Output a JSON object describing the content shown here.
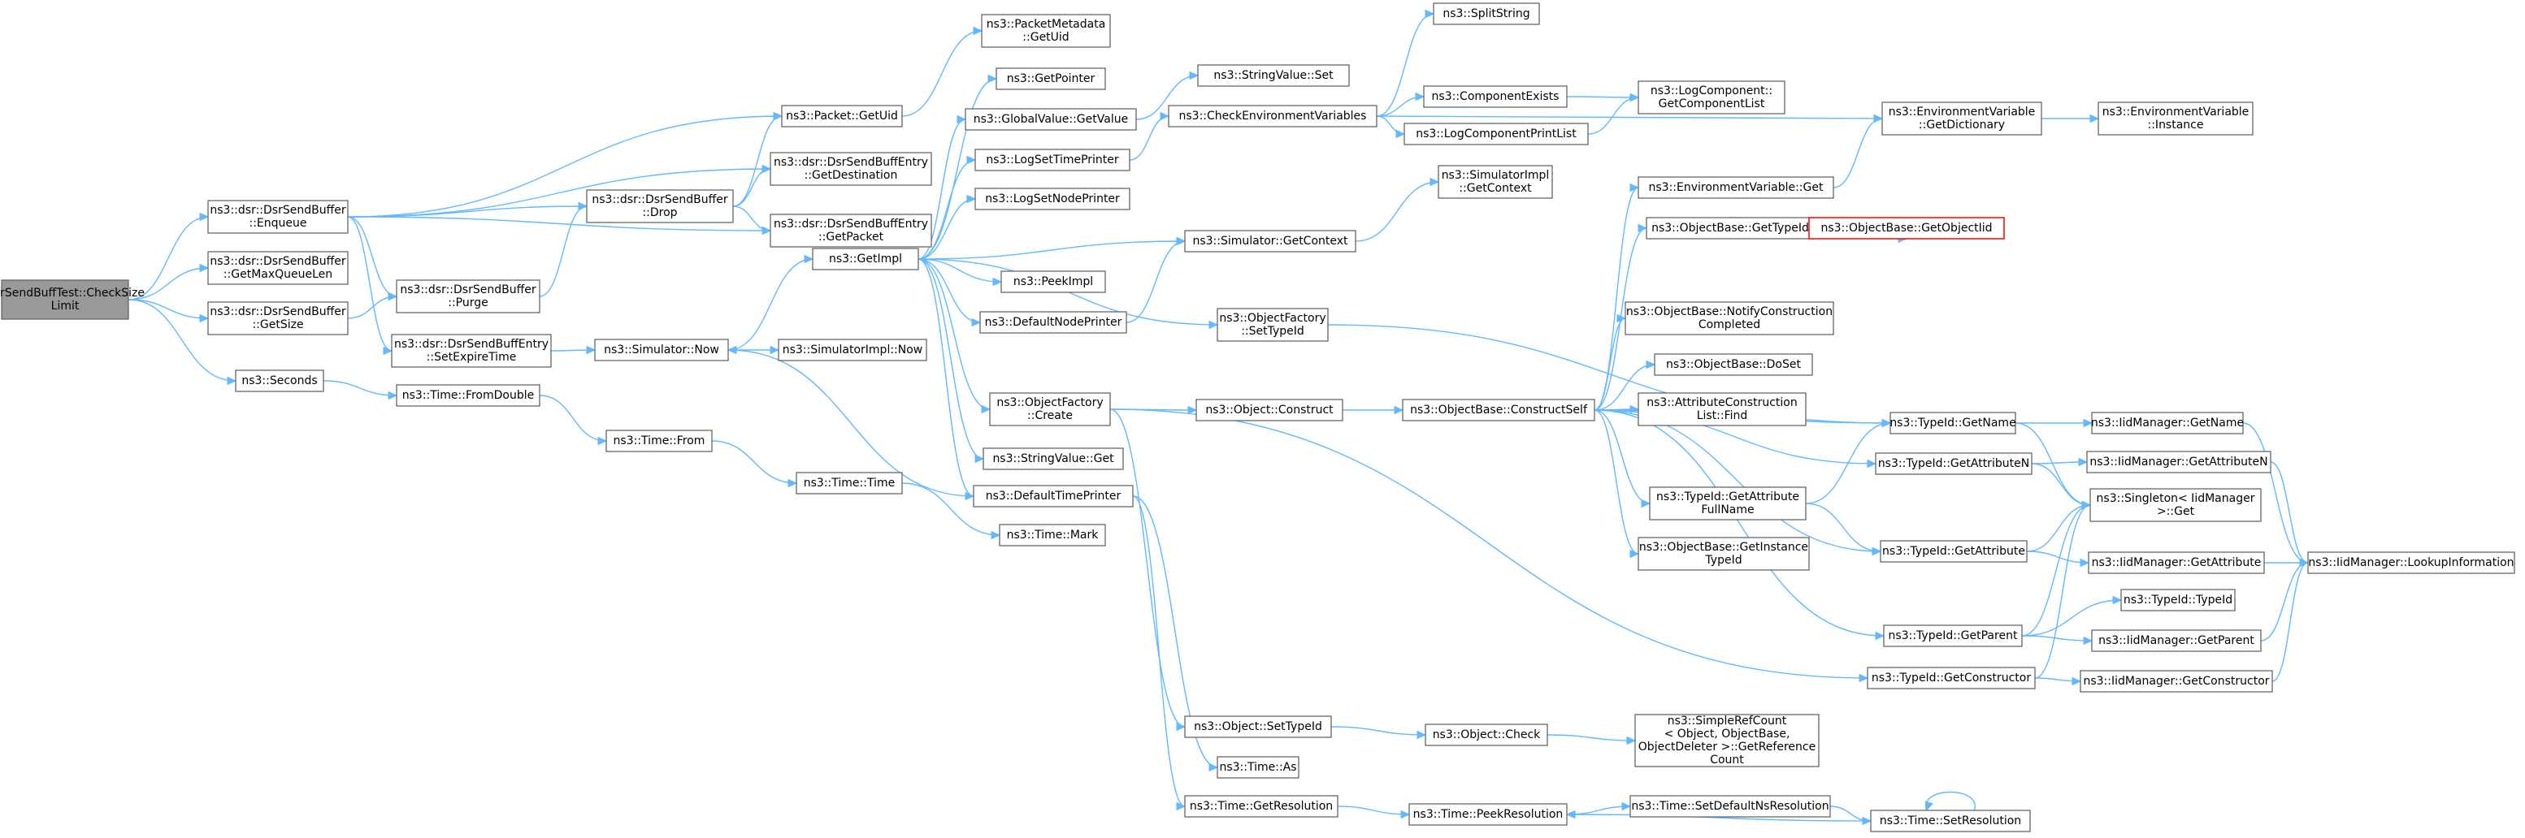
{
  "diagram": {
    "nodes": [
      {
        "id": "n0",
        "lines": [
          "DsrSendBuffTest::CheckSize",
          "Limit"
        ],
        "style": "root"
      },
      {
        "id": "n1",
        "lines": [
          "ns3::dsr::DsrSendBuffer",
          "::Enqueue"
        ]
      },
      {
        "id": "n2",
        "lines": [
          "ns3::dsr::DsrSendBuffer",
          "::GetMaxQueueLen"
        ]
      },
      {
        "id": "n3",
        "lines": [
          "ns3::dsr::DsrSendBuffer",
          "::GetSize"
        ]
      },
      {
        "id": "n4",
        "lines": [
          "ns3::Seconds"
        ]
      },
      {
        "id": "n5",
        "lines": [
          "ns3::Packet::GetUid"
        ]
      },
      {
        "id": "n6",
        "lines": [
          "ns3::dsr::DsrSendBuffer",
          "::Drop"
        ]
      },
      {
        "id": "n7",
        "lines": [
          "ns3::dsr::DsrSendBuffer",
          "::Purge"
        ]
      },
      {
        "id": "n8",
        "lines": [
          "ns3::dsr::DsrSendBuffEntry",
          "::SetExpireTime"
        ]
      },
      {
        "id": "n9",
        "lines": [
          "ns3::dsr::DsrSendBuffEntry",
          "::GetDestination"
        ]
      },
      {
        "id": "n10",
        "lines": [
          "ns3::dsr::DsrSendBuffEntry",
          "::GetPacket"
        ]
      },
      {
        "id": "n11",
        "lines": [
          "ns3::PacketMetadata",
          "::GetUid"
        ]
      },
      {
        "id": "n12",
        "lines": [
          "ns3::Time::FromDouble"
        ]
      },
      {
        "id": "n13",
        "lines": [
          "ns3::Time::From"
        ]
      },
      {
        "id": "n14",
        "lines": [
          "ns3::Time::Time"
        ]
      },
      {
        "id": "n15",
        "lines": [
          "ns3::Time::Mark"
        ]
      },
      {
        "id": "n16",
        "lines": [
          "ns3::Simulator::Now"
        ]
      },
      {
        "id": "n17",
        "lines": [
          "ns3::SimulatorImpl::Now"
        ]
      },
      {
        "id": "n18",
        "lines": [
          "ns3::GetImpl"
        ]
      },
      {
        "id": "n19",
        "lines": [
          "ns3::GetPointer"
        ]
      },
      {
        "id": "n20",
        "lines": [
          "ns3::GlobalValue::GetValue"
        ]
      },
      {
        "id": "n21",
        "lines": [
          "ns3::LogSetTimePrinter"
        ]
      },
      {
        "id": "n22",
        "lines": [
          "ns3::LogSetNodePrinter"
        ]
      },
      {
        "id": "n23",
        "lines": [
          "ns3::PeekImpl"
        ]
      },
      {
        "id": "n24",
        "lines": [
          "ns3::DefaultNodePrinter"
        ]
      },
      {
        "id": "n25",
        "lines": [
          "ns3::ObjectFactory",
          "::Create"
        ]
      },
      {
        "id": "n26",
        "lines": [
          "ns3::StringValue::Get"
        ]
      },
      {
        "id": "n27",
        "lines": [
          "ns3::DefaultTimePrinter"
        ]
      },
      {
        "id": "n28",
        "lines": [
          "ns3::StringValue::Set"
        ]
      },
      {
        "id": "n29",
        "lines": [
          "ns3::CheckEnvironmentVariables"
        ]
      },
      {
        "id": "n30",
        "lines": [
          "ns3::Simulator::GetContext"
        ]
      },
      {
        "id": "n31",
        "lines": [
          "ns3::ObjectFactory",
          "::SetTypeId"
        ]
      },
      {
        "id": "n32",
        "lines": [
          "ns3::Object::Construct"
        ]
      },
      {
        "id": "n33",
        "lines": [
          "ns3::Object::SetTypeId"
        ]
      },
      {
        "id": "n34",
        "lines": [
          "ns3::Time::As"
        ]
      },
      {
        "id": "n35",
        "lines": [
          "ns3::Time::GetResolution"
        ]
      },
      {
        "id": "n36",
        "lines": [
          "ns3::SplitString"
        ]
      },
      {
        "id": "n37",
        "lines": [
          "ns3::ComponentExists"
        ]
      },
      {
        "id": "n38",
        "lines": [
          "ns3::LogComponentPrintList"
        ]
      },
      {
        "id": "n39",
        "lines": [
          "ns3::SimulatorImpl",
          "::GetContext"
        ]
      },
      {
        "id": "n40",
        "lines": [
          "ns3::ObjectBase::ConstructSelf"
        ]
      },
      {
        "id": "n41",
        "lines": [
          "ns3::Object::Check"
        ]
      },
      {
        "id": "n42",
        "lines": [
          "ns3::Time::PeekResolution"
        ]
      },
      {
        "id": "n43",
        "lines": [
          "ns3::LogComponent::",
          "GetComponentList"
        ]
      },
      {
        "id": "n44",
        "lines": [
          "ns3::EnvironmentVariable::Get"
        ]
      },
      {
        "id": "n45",
        "lines": [
          "ns3::ObjectBase::GetTypeId"
        ]
      },
      {
        "id": "n46",
        "lines": [
          "ns3::ObjectBase::NotifyConstruction",
          "Completed"
        ]
      },
      {
        "id": "n47",
        "lines": [
          "ns3::ObjectBase::DoSet"
        ]
      },
      {
        "id": "n48",
        "lines": [
          "ns3::AttributeConstruction",
          "List::Find"
        ]
      },
      {
        "id": "n49",
        "lines": [
          "ns3::TypeId::GetAttribute",
          "FullName"
        ]
      },
      {
        "id": "n50",
        "lines": [
          "ns3::ObjectBase::GetInstance",
          "TypeId"
        ]
      },
      {
        "id": "n51",
        "lines": [
          "ns3::SimpleRefCount",
          "< Object, ObjectBase,",
          "ObjectDeleter >::GetReference",
          "Count"
        ]
      },
      {
        "id": "n52",
        "lines": [
          "ns3::Time::SetDefaultNsResolution"
        ]
      },
      {
        "id": "n53",
        "lines": [
          "ns3::EnvironmentVariable",
          "::GetDictionary"
        ]
      },
      {
        "id": "n54",
        "lines": [
          "ns3::ObjectBase::GetObjectIid"
        ],
        "style": "red"
      },
      {
        "id": "n55",
        "lines": [
          "ns3::TypeId::GetName"
        ]
      },
      {
        "id": "n56",
        "lines": [
          "ns3::TypeId::GetAttributeN"
        ]
      },
      {
        "id": "n57",
        "lines": [
          "ns3::TypeId::GetAttribute"
        ]
      },
      {
        "id": "n58",
        "lines": [
          "ns3::TypeId::GetParent"
        ]
      },
      {
        "id": "n59",
        "lines": [
          "ns3::TypeId::GetConstructor"
        ]
      },
      {
        "id": "n60",
        "lines": [
          "ns3::Time::SetResolution"
        ]
      },
      {
        "id": "n61",
        "lines": [
          "ns3::EnvironmentVariable",
          "::Instance"
        ]
      },
      {
        "id": "n62",
        "lines": [
          "ns3::IidManager::GetName"
        ]
      },
      {
        "id": "n63",
        "lines": [
          "ns3::IidManager::GetAttributeN"
        ]
      },
      {
        "id": "n64",
        "lines": [
          "ns3::Singleton< IidManager",
          ">::Get"
        ]
      },
      {
        "id": "n65",
        "lines": [
          "ns3::IidManager::GetAttribute"
        ]
      },
      {
        "id": "n66",
        "lines": [
          "ns3::TypeId::TypeId"
        ]
      },
      {
        "id": "n67",
        "lines": [
          "ns3::IidManager::GetParent"
        ]
      },
      {
        "id": "n68",
        "lines": [
          "ns3::IidManager::GetConstructor"
        ]
      },
      {
        "id": "n69",
        "lines": [
          "ns3::IidManager::LookupInformation"
        ]
      }
    ],
    "edges": [
      [
        "n0",
        "n1"
      ],
      [
        "n0",
        "n2"
      ],
      [
        "n0",
        "n3"
      ],
      [
        "n0",
        "n4"
      ],
      [
        "n1",
        "n5"
      ],
      [
        "n1",
        "n6"
      ],
      [
        "n1",
        "n7"
      ],
      [
        "n1",
        "n8"
      ],
      [
        "n1",
        "n9"
      ],
      [
        "n1",
        "n10"
      ],
      [
        "n3",
        "n7"
      ],
      [
        "n7",
        "n6"
      ],
      [
        "n6",
        "n5"
      ],
      [
        "n6",
        "n9"
      ],
      [
        "n6",
        "n10"
      ],
      [
        "n5",
        "n11"
      ],
      [
        "n4",
        "n12"
      ],
      [
        "n12",
        "n13"
      ],
      [
        "n13",
        "n14"
      ],
      [
        "n14",
        "n15"
      ],
      [
        "n8",
        "n16"
      ],
      [
        "n16",
        "n17"
      ],
      [
        "n16",
        "n18"
      ],
      [
        "n18",
        "n19"
      ],
      [
        "n18",
        "n20"
      ],
      [
        "n18",
        "n21"
      ],
      [
        "n18",
        "n22"
      ],
      [
        "n18",
        "n23"
      ],
      [
        "n18",
        "n24"
      ],
      [
        "n18",
        "n25"
      ],
      [
        "n18",
        "n26"
      ],
      [
        "n18",
        "n27"
      ],
      [
        "n18",
        "n30"
      ],
      [
        "n18",
        "n31"
      ],
      [
        "n20",
        "n28"
      ],
      [
        "n21",
        "n29"
      ],
      [
        "n27",
        "n16"
      ],
      [
        "n24",
        "n30"
      ],
      [
        "n30",
        "n39"
      ],
      [
        "n29",
        "n36"
      ],
      [
        "n29",
        "n37"
      ],
      [
        "n29",
        "n38"
      ],
      [
        "n29",
        "n53"
      ],
      [
        "n37",
        "n43"
      ],
      [
        "n38",
        "n43"
      ],
      [
        "n25",
        "n32"
      ],
      [
        "n25",
        "n33"
      ],
      [
        "n25",
        "n59"
      ],
      [
        "n27",
        "n34"
      ],
      [
        "n27",
        "n35"
      ],
      [
        "n32",
        "n40"
      ],
      [
        "n31",
        "n55"
      ],
      [
        "n40",
        "n44"
      ],
      [
        "n40",
        "n45"
      ],
      [
        "n40",
        "n46"
      ],
      [
        "n40",
        "n47"
      ],
      [
        "n40",
        "n48"
      ],
      [
        "n40",
        "n49"
      ],
      [
        "n40",
        "n50"
      ],
      [
        "n40",
        "n55"
      ],
      [
        "n40",
        "n56"
      ],
      [
        "n40",
        "n57"
      ],
      [
        "n40",
        "n58"
      ],
      [
        "n45",
        "n54"
      ],
      [
        "n44",
        "n53"
      ],
      [
        "n53",
        "n61"
      ],
      [
        "n49",
        "n55"
      ],
      [
        "n49",
        "n57"
      ],
      [
        "n55",
        "n62"
      ],
      [
        "n55",
        "n64"
      ],
      [
        "n56",
        "n63"
      ],
      [
        "n56",
        "n64"
      ],
      [
        "n57",
        "n65"
      ],
      [
        "n57",
        "n64"
      ],
      [
        "n58",
        "n66"
      ],
      [
        "n58",
        "n67"
      ],
      [
        "n58",
        "n64"
      ],
      [
        "n59",
        "n68"
      ],
      [
        "n59",
        "n64"
      ],
      [
        "n62",
        "n69"
      ],
      [
        "n63",
        "n69"
      ],
      [
        "n65",
        "n69"
      ],
      [
        "n67",
        "n69"
      ],
      [
        "n68",
        "n69"
      ],
      [
        "n33",
        "n41"
      ],
      [
        "n41",
        "n51"
      ],
      [
        "n35",
        "n42"
      ],
      [
        "n42",
        "n52"
      ],
      [
        "n52",
        "n60"
      ],
      [
        "n60",
        "n42"
      ],
      [
        "n60",
        "n60"
      ]
    ]
  }
}
